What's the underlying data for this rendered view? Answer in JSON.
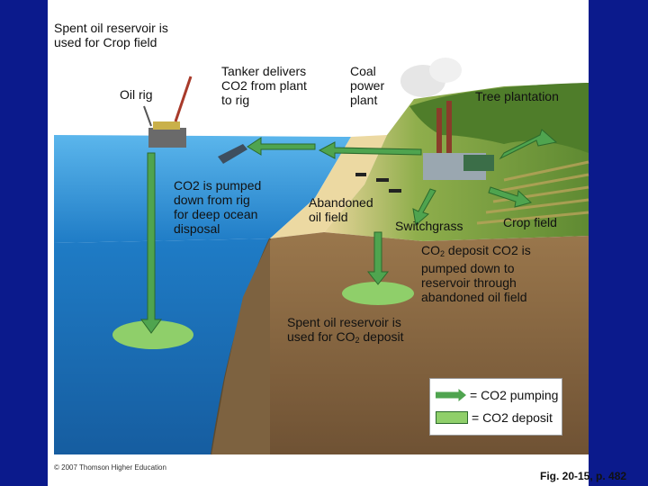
{
  "labels": {
    "title_top": "Spent oil reservoir is\nused for Crop field",
    "oil_rig": "Oil rig",
    "tanker": "Tanker delivers\nCO2 from plant\nto rig",
    "coal": "Coal\npower\nplant",
    "tree": "Tree plantation",
    "pumped": "CO2 is pumped\ndown from rig\nfor deep ocean\ndisposal",
    "abandoned": "Abandoned\noil field",
    "switchgrass": "Switchgrass",
    "crop": "Crop field",
    "co2_deposit_prefix": "CO",
    "co2_deposit_sub": "2",
    "co2_deposit_rest": " deposit CO2 is\npumped down to\nreservoir through\nabandoned oil field",
    "spent_prefix": "Spent oil reservoir is\nused for CO",
    "spent_sub": "2",
    "spent_rest": " deposit"
  },
  "legend": {
    "pumping": "= CO2 pumping",
    "deposit": "= CO2 deposit"
  },
  "copyright": "© 2007 Thomson Higher Education",
  "figure": "Fig. 20-15, p. 482",
  "colors": {
    "side_bar": "#0b1a8c",
    "ocean": "#2f8fd6",
    "soil": "#8a6a44",
    "arrow": "#4fa44f",
    "deposit": "#8fcf6a"
  }
}
